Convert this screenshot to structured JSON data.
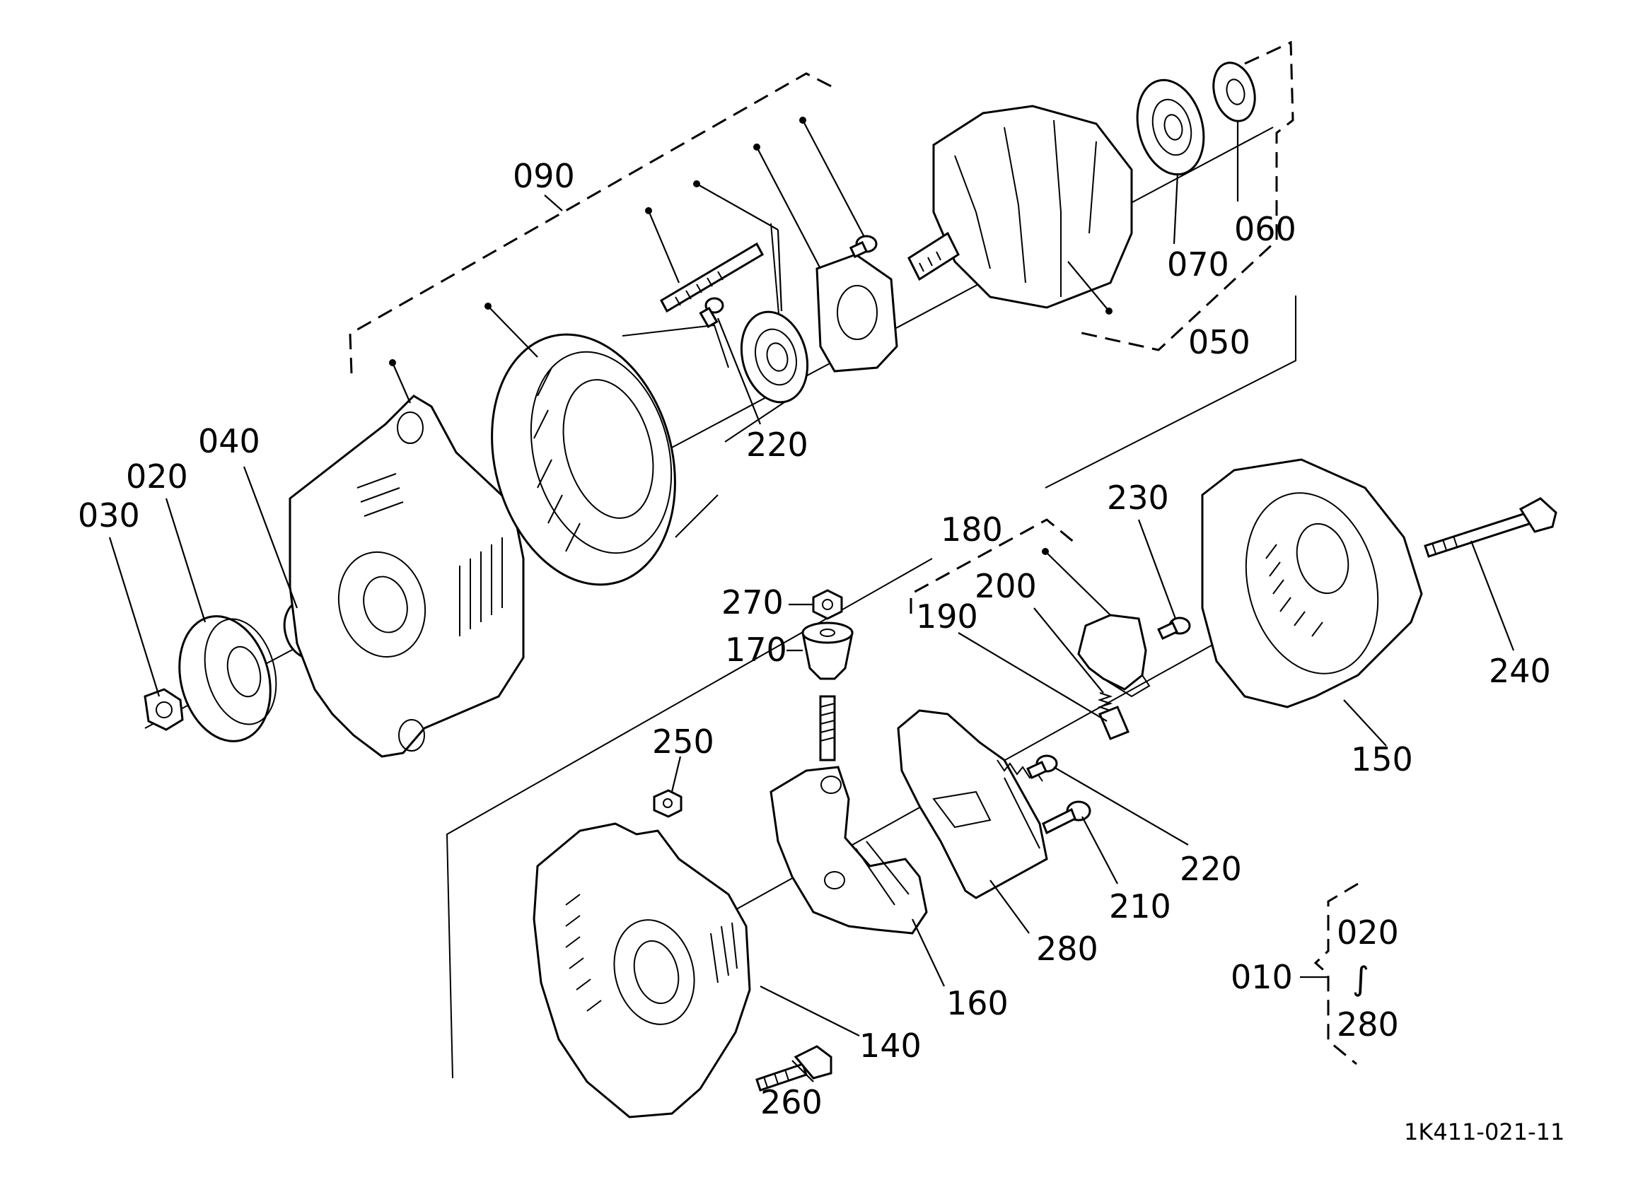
{
  "labels": {
    "p010": "010",
    "p020": "020",
    "p030": "030",
    "p040": "040",
    "p050": "050",
    "p060": "060",
    "p070": "070",
    "p090": "090",
    "p140": "140",
    "p150": "150",
    "p160": "160",
    "p170": "170",
    "p180": "180",
    "p190": "190",
    "p200": "200",
    "p210": "210",
    "p220a": "220",
    "p220b": "220",
    "p230": "230",
    "p240": "240",
    "p250": "250",
    "p260": "260",
    "p270": "270",
    "p280": "280"
  },
  "range_note": {
    "from": "020",
    "tilde": "∫",
    "to": "280"
  },
  "drawing_code": "1K411-021-11"
}
